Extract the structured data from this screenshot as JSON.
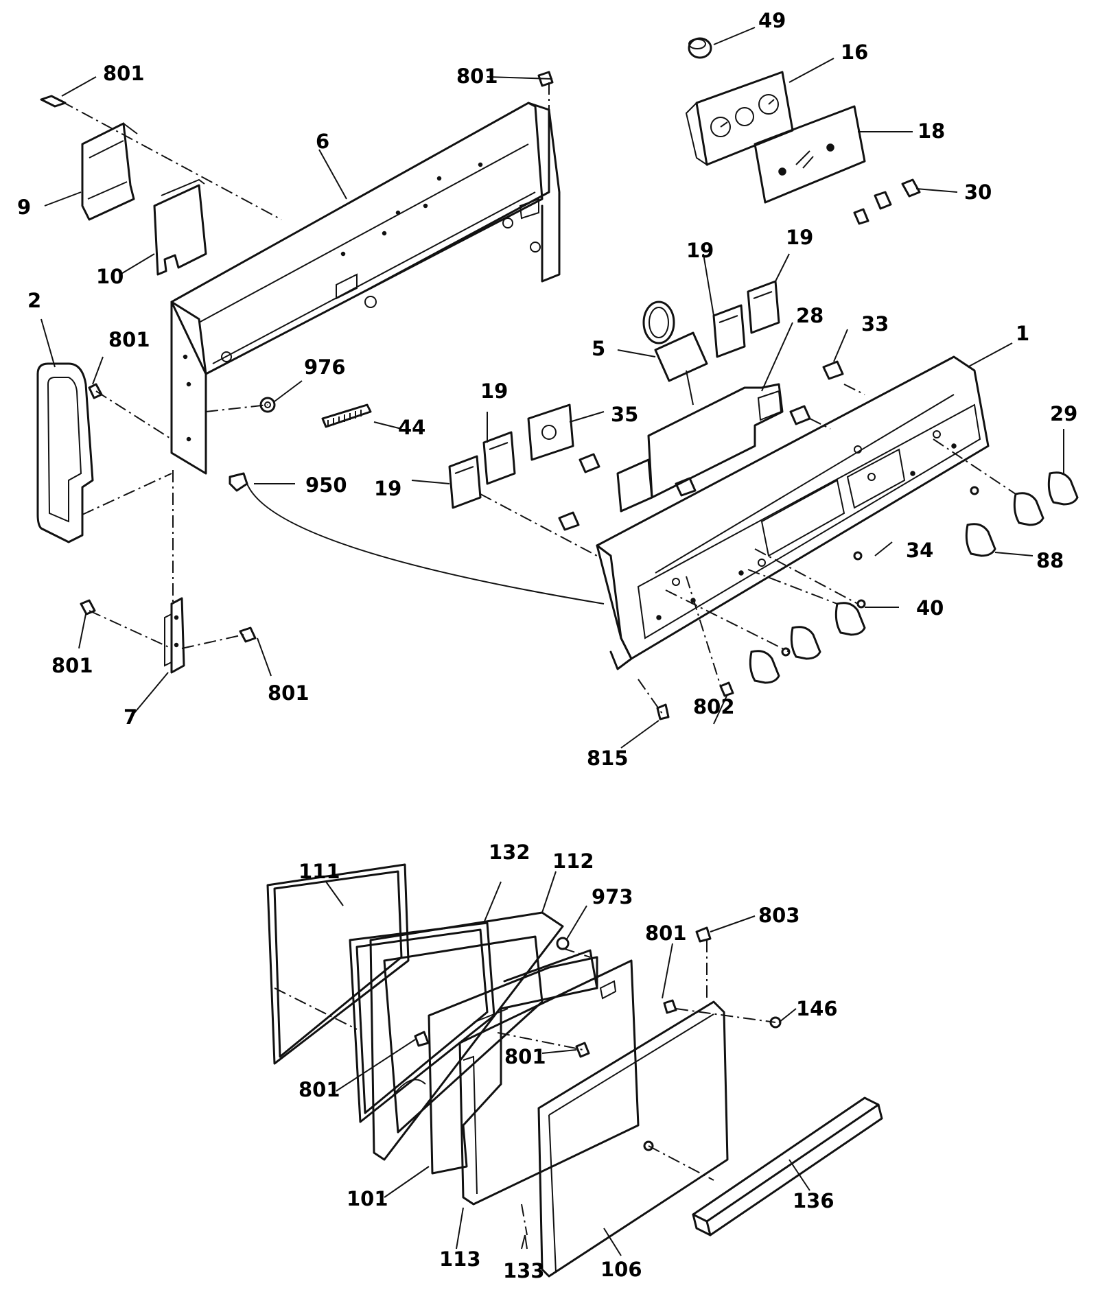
{
  "callouts": {
    "c801_top_left": "801",
    "c801_top_center": "801",
    "c49": "49",
    "c16": "16",
    "c18": "18",
    "c30": "30",
    "c6": "6",
    "c9": "9",
    "c10": "10",
    "c2": "2",
    "c801_left_mid": "801",
    "c976": "976",
    "c44": "44",
    "c19_a": "19",
    "c19_b": "19",
    "c19_c": "19",
    "c19_d": "19",
    "c28": "28",
    "c33": "33",
    "c1": "1",
    "c5": "5",
    "c35": "35",
    "c29": "29",
    "c950": "950",
    "c34": "34",
    "c88": "88",
    "c40": "40",
    "c801_bottom_left": "801",
    "c801_bottom_right": "801",
    "c7": "7",
    "c802": "802",
    "c815": "815",
    "c111": "111",
    "c132": "132",
    "c112": "112",
    "c973": "973",
    "c801_door_top": "801",
    "c803": "803",
    "c146": "146",
    "c801_door_left": "801",
    "c801_door_center": "801",
    "c101": "101",
    "c136": "136",
    "c113": "113",
    "c133": "133",
    "c106": "106"
  }
}
